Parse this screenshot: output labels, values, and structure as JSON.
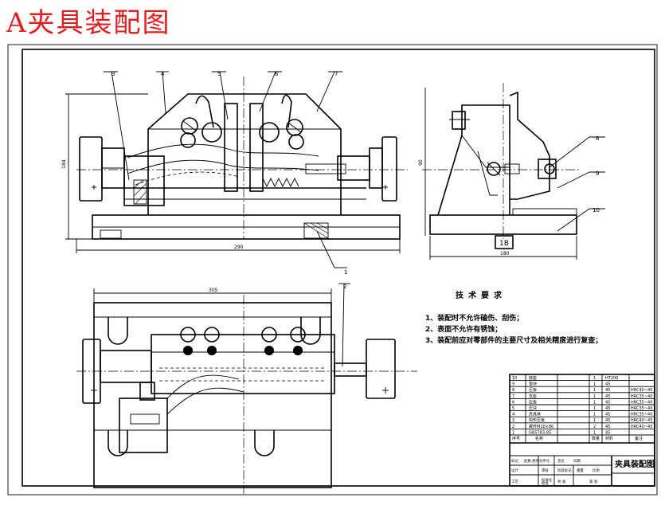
{
  "banner": {
    "title": "A夹具装配图"
  },
  "callouts": [
    "1",
    "2",
    "3",
    "4",
    "5",
    "6",
    "7",
    "8",
    "9",
    "10"
  ],
  "dimensions": {
    "front_height": "184",
    "front_width": "290",
    "side_height": "90",
    "side_width": "180",
    "plan_width": "305",
    "side_detail": "1B"
  },
  "tech_requirements": {
    "heading": "技术要求",
    "items": [
      "1、装配时不允许磕伤、刮伤；",
      "2、表面不允许有锈蚀；",
      "3、装配前应对零部件的主要尺寸及相关精度进行复查；"
    ]
  },
  "bom": {
    "rows": [
      {
        "no": "10",
        "name": "底座",
        "qty": "1",
        "material": "HT200",
        "note": ""
      },
      {
        "no": "9",
        "name": "垫块",
        "qty": "1",
        "material": "45",
        "note": ""
      },
      {
        "no": "8",
        "name": "压板",
        "qty": "1",
        "material": "45",
        "note": "HRC40~45"
      },
      {
        "no": "7",
        "name": "支座",
        "qty": "1",
        "material": "45",
        "note": "HRC35~40"
      },
      {
        "no": "6",
        "name": "压板",
        "qty": "1",
        "material": "45",
        "note": "HRC35~40"
      },
      {
        "no": "5",
        "name": "压块",
        "qty": "1",
        "material": "45",
        "note": "HRC35~40"
      },
      {
        "no": "4",
        "name": "夹具体",
        "qty": "1",
        "material": "45",
        "note": "HRC35~40"
      },
      {
        "no": "3",
        "name": "钩形压板",
        "qty": "1",
        "material": "45",
        "note": "HRC40~45"
      },
      {
        "no": "2",
        "name": "螺杆M10×80",
        "qty": "2",
        "material": "45",
        "note": "HRC40~45"
      },
      {
        "no": "1",
        "name": "GB5783-85",
        "qty": "1",
        "material": "45",
        "note": ""
      }
    ],
    "header": {
      "no": "序号",
      "name": "名称",
      "qty": "数量",
      "material": "材料",
      "note": "备注"
    }
  },
  "title_block": {
    "drawing_title": "夹具装配图",
    "labels": [
      "标记",
      "处数",
      "更改文件号",
      "签名",
      "日期",
      "设计",
      "审核",
      "工艺",
      "标准化",
      "批准",
      "阶段标记",
      "重量",
      "比例",
      "共 张",
      "第 张"
    ]
  }
}
